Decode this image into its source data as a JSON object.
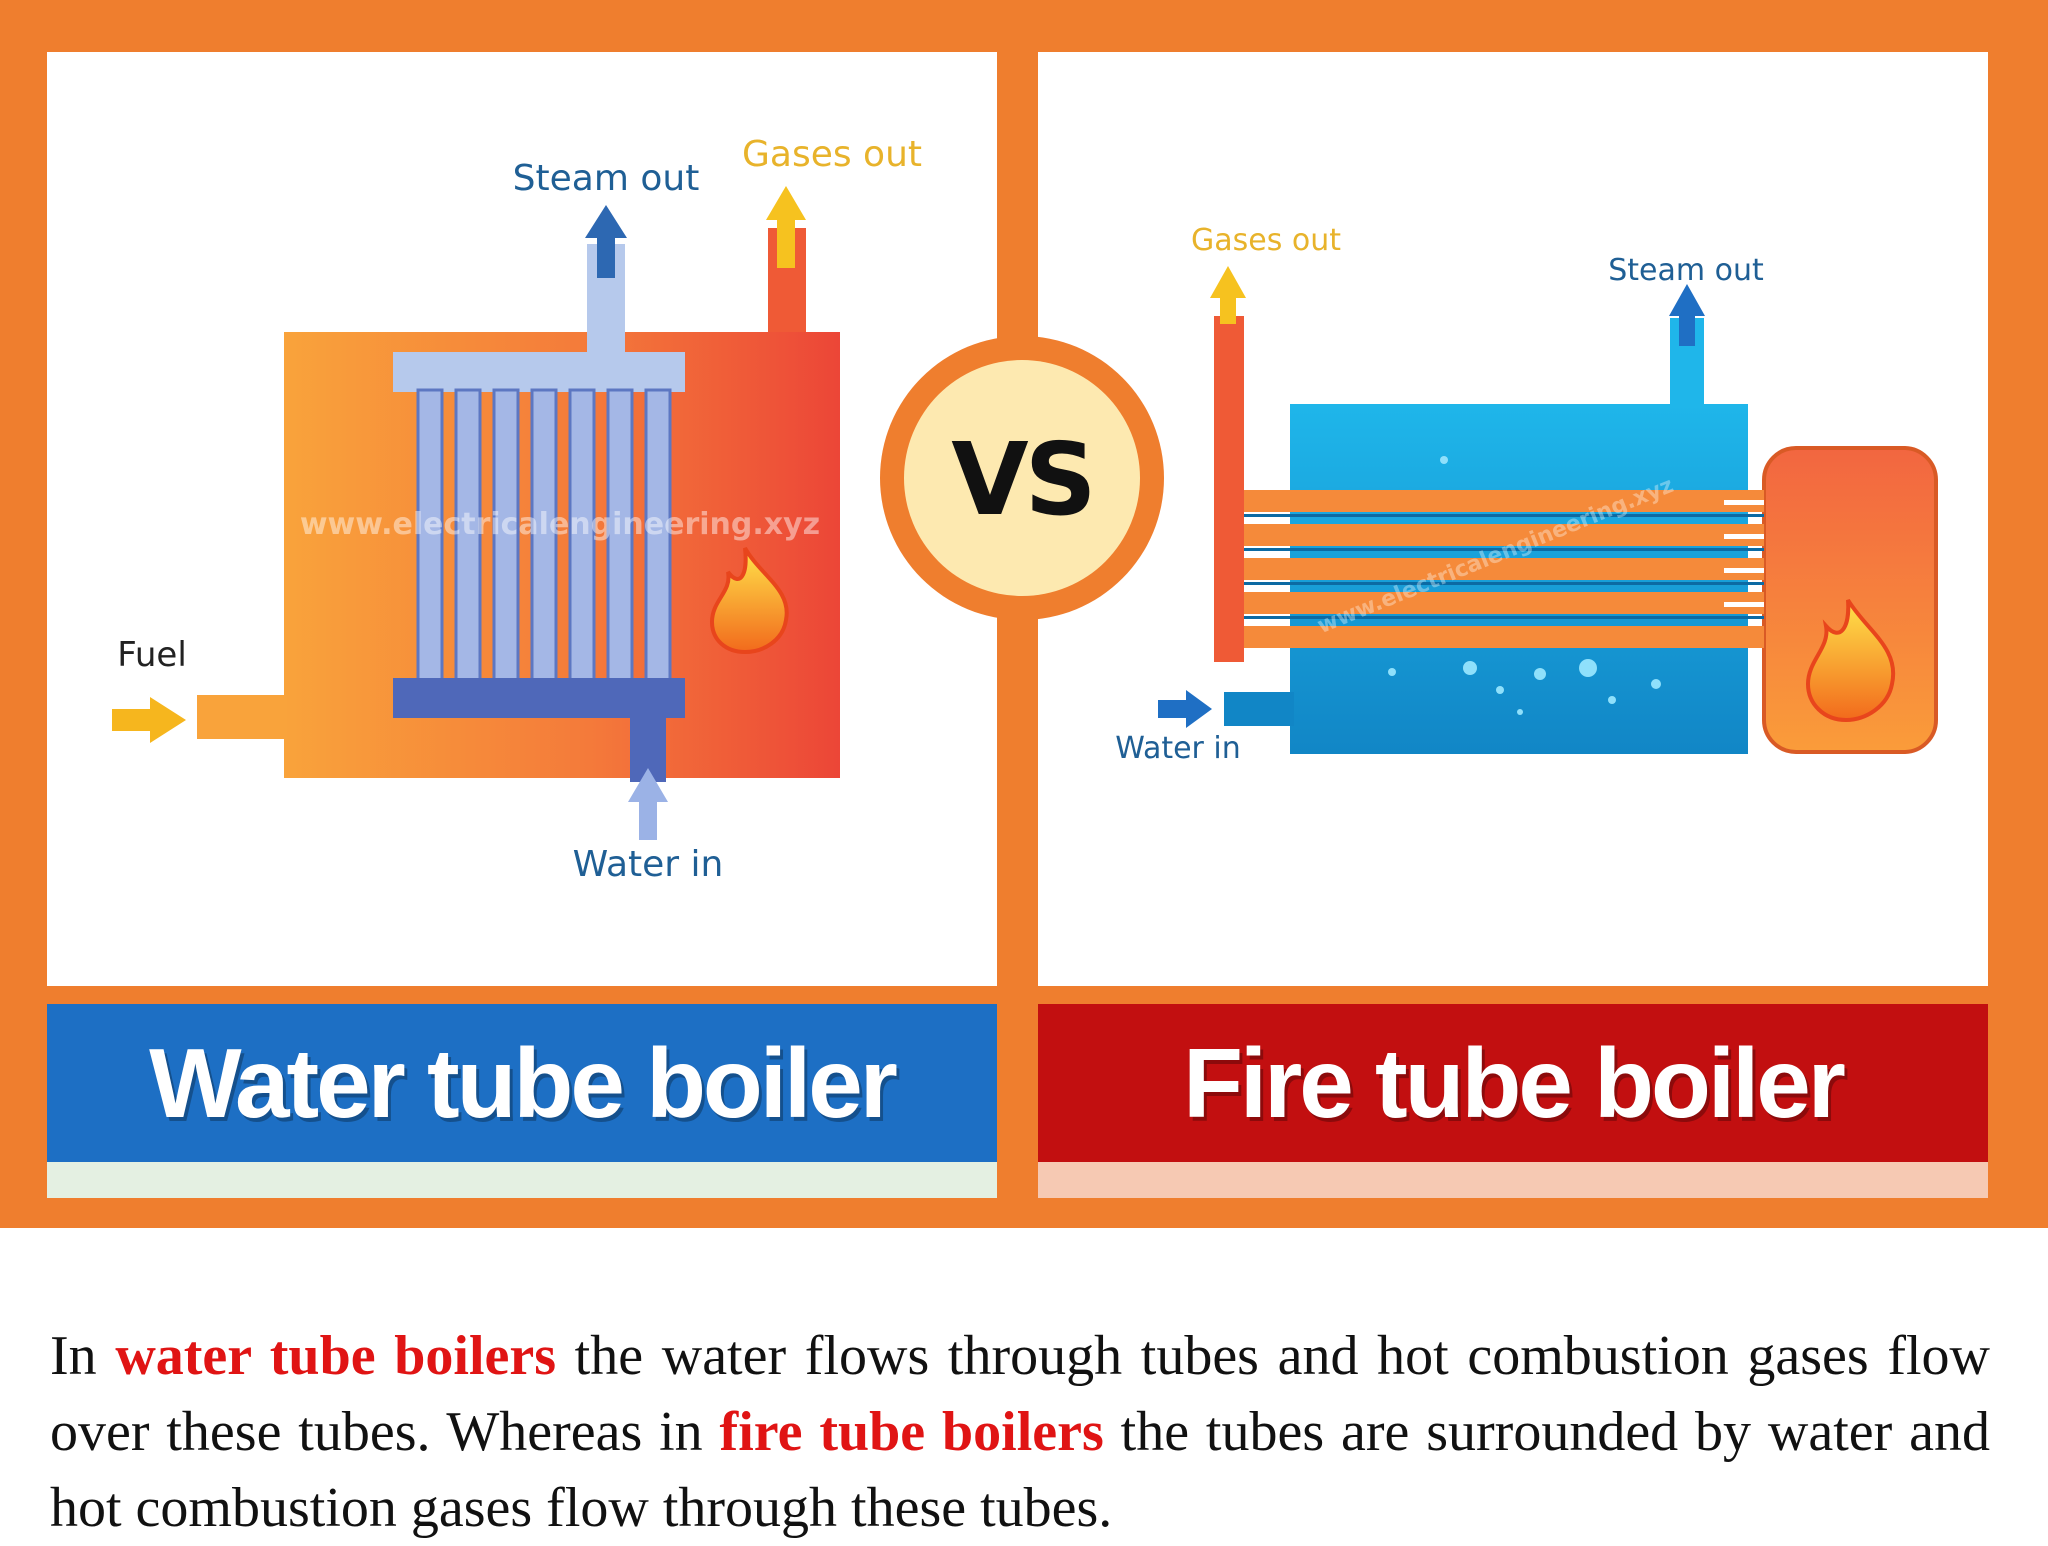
{
  "comparison": {
    "vs_label": "VS",
    "watermark": "www.electricalengineering.xyz",
    "water_tube": {
      "title": "Water tube boiler",
      "labels": {
        "steam_out": "Steam out",
        "gases_out": "Gases out",
        "fuel": "Fuel",
        "water_in": "Water in"
      }
    },
    "fire_tube": {
      "title": "Fire tube boiler",
      "labels": {
        "gases_out": "Gases out",
        "steam_out": "Steam out",
        "water_in": "Water in"
      }
    }
  },
  "caption": {
    "part1": "In ",
    "highlight1": "water tube boilers",
    "part2": " the water flows through tubes and hot combustion gases flow over these tubes. Whereas in ",
    "highlight2": "fire tube boilers",
    "part3": " the tubes are surrounded by water and hot combustion gases flow through these tubes."
  },
  "colors": {
    "frame": "#ef7e2e",
    "water_banner": "#1d6fc4",
    "fire_banner": "#c20f10",
    "highlight_text": "#e01414",
    "water_label": "#1f5f95",
    "gas_label": "#e8b32b"
  }
}
